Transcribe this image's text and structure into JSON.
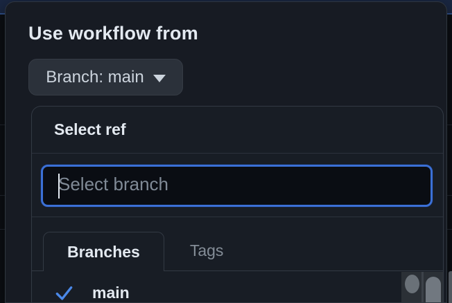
{
  "colors": {
    "accent_focus_ring": "#3b70d6",
    "check_blue": "#4a88e8",
    "popover_bg": "#171b23",
    "page_bg": "#0c0f14"
  },
  "workflow_dispatch": {
    "heading": "Use workflow from",
    "branch_button": {
      "label": "Branch: main",
      "icon": "caret-down"
    },
    "ref_selector": {
      "title": "Select ref",
      "search": {
        "placeholder": "Select branch",
        "value": ""
      },
      "tabs": [
        {
          "label": "Branches",
          "active": true
        },
        {
          "label": "Tags",
          "active": false
        }
      ],
      "items": [
        {
          "name": "main",
          "selected": true
        }
      ]
    }
  }
}
